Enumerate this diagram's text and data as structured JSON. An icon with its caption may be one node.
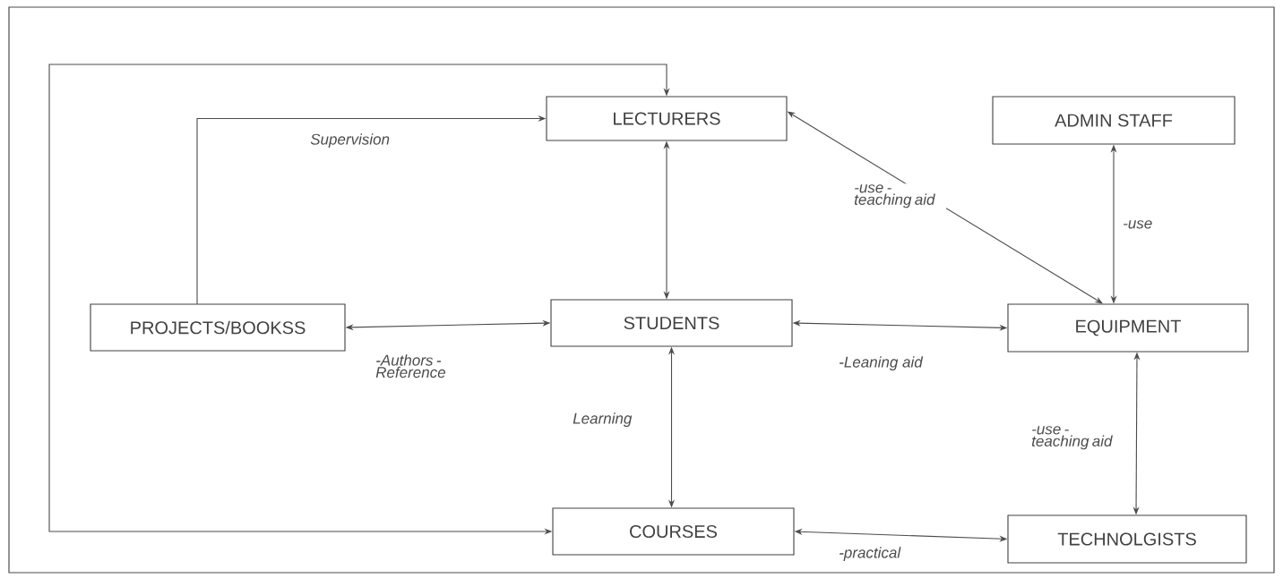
{
  "diagram": {
    "nodes": [
      {
        "text": [
          "LECTURERS"
        ]
      },
      {
        "text": [
          "ADMIN STAFF"
        ]
      },
      {
        "text": [
          "PROJECTS/BOOKSS"
        ]
      },
      {
        "text": [
          "STUDENTS"
        ]
      },
      {
        "text": [
          "EQUIPMENT"
        ]
      },
      {
        "text": [
          "COURSES"
        ]
      },
      {
        "text": [
          "TECHNOLGISTS"
        ]
      }
    ],
    "edges": [
      {
        "from": 2,
        "to": 0,
        "arrow": "to",
        "label": "Supervision"
      },
      {
        "from": 0,
        "to": 5,
        "arrow": "both"
      },
      {
        "from": 0,
        "to": 3,
        "arrow": "both"
      },
      {
        "from": 0,
        "to": 4,
        "arrow": "both",
        "label": "-use -teaching aid"
      },
      {
        "from": 1,
        "to": 4,
        "arrow": "both",
        "label": "-use"
      },
      {
        "from": 2,
        "to": 3,
        "arrow": "both",
        "label": "-Authors -Reference"
      },
      {
        "from": 3,
        "to": 4,
        "arrow": "both",
        "label": "-Leaning aid"
      },
      {
        "from": 3,
        "to": 5,
        "arrow": "both",
        "label": "Learning"
      },
      {
        "from": 4,
        "to": 6,
        "arrow": "both",
        "label": "-use -teaching aid"
      },
      {
        "from": 5,
        "to": 6,
        "arrow": "both",
        "label": "-practical"
      }
    ]
  }
}
